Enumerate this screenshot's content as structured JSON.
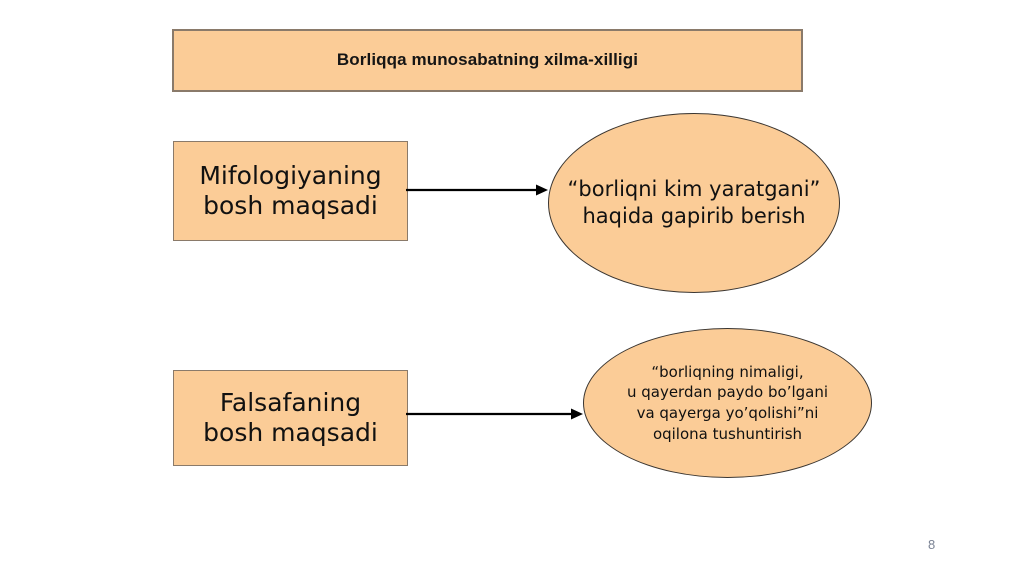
{
  "slide": {
    "background_color": "#ffffff",
    "page_number": "8"
  },
  "title": {
    "text": "Borliqqa munosabatning xilma-xilligi",
    "fill_color": "#fbcc97",
    "border_color": "#8a7a6a"
  },
  "nodes": {
    "mifologiya_box": {
      "label": "Mifologiyaning\nbosh maqsadi",
      "shape": "rectangle",
      "fill_color": "#fbcc97",
      "border_color": "#8a7a6a"
    },
    "mifologiya_ellipse": {
      "label": "“borliqni kim yaratgani”\nhaqida gapirib berish",
      "shape": "ellipse",
      "fill_color": "#fbcc97",
      "border_color": "#3a3530"
    },
    "falsafa_box": {
      "label": "Falsafaning\nbosh maqsadi",
      "shape": "rectangle",
      "fill_color": "#fbcc97",
      "border_color": "#8a7a6a"
    },
    "falsafa_ellipse": {
      "label": "“borliqning nimaligi,\nu qayerdan paydo bo’lgani\nva qayerga yo’qolishi”ni\noqilona tushuntirish",
      "shape": "ellipse",
      "fill_color": "#fbcc97",
      "border_color": "#3a3530"
    }
  },
  "connectors": [
    {
      "name": "mifologiya-arrow",
      "from": "mifologiya_box",
      "to": "mifologiya_ellipse",
      "color": "#000000"
    },
    {
      "name": "falsafa-arrow",
      "from": "falsafa_box",
      "to": "falsafa_ellipse",
      "color": "#000000"
    }
  ]
}
